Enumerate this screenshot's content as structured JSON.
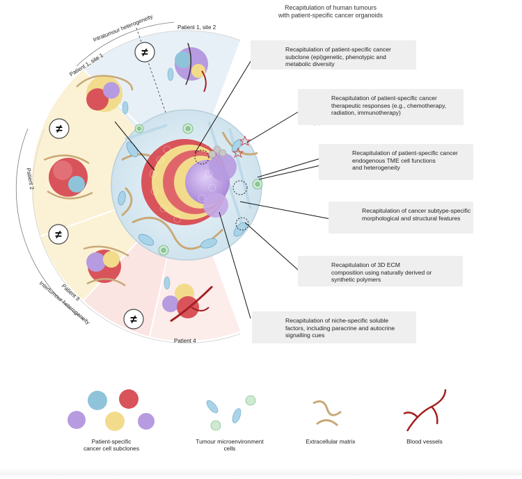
{
  "header": {
    "title_line1": "Recapitulation of human tumours",
    "title_line2": "with patient-specific cancer organoids"
  },
  "arc_labels": {
    "intratumour": "Intratumour heterogeneity",
    "intertumour": "Intertumour heterogeneity"
  },
  "patients": {
    "p1s1": "Patient 1, site 1",
    "p1s2": "Patient 1, site 2",
    "p2": "Patient 2",
    "p3": "Patient 3",
    "p4": "Patient 4"
  },
  "not_equal_symbol": "≠",
  "callouts": [
    {
      "lines": [
        "Recapitulation of patient-specific cancer",
        "subclone (epi)genetic, phenotypic and",
        "metabolic diversity"
      ]
    },
    {
      "lines": [
        "Recapitulation of patient-specific cancer",
        "therapeutic responses (e.g., chemotherapy,",
        "radiation, immunotherapy)"
      ]
    },
    {
      "lines": [
        "Recapitulation of patient-specific cancer",
        "endogenous TME cell functions",
        "and heterogeneity"
      ]
    },
    {
      "lines": [
        "Recapitulation of cancer subtype-specific",
        "morphological and structural features"
      ]
    },
    {
      "lines": [
        "Recapitulation of 3D ECM",
        "composition using naturally derived or",
        "synthetic polymers"
      ]
    },
    {
      "lines": [
        "Recapitulation of niche-specific soluble",
        "factors, including paracrine and autocrine",
        "signalling cues"
      ]
    }
  ],
  "legend": {
    "subclones_line1": "Patient-specific",
    "subclones_line2": "cancer cell subclones",
    "tme_line1": "Tumour microenvironment",
    "tme_line2": "cells",
    "ecm": "Extracellular matrix",
    "vessels": "Blood vessels"
  },
  "colors": {
    "subclone_red": "#d9535a",
    "subclone_yellow": "#f2dc8c",
    "subclone_purple": "#b79be0",
    "subclone_blue": "#8fc3da",
    "tme_blue": "#a9d3e8",
    "tme_green": "#9fd4a8",
    "ecm": "#c9a978",
    "vessel": "#a41f1f",
    "panel_yellow": "#fbf2d5",
    "panel_pink": "#fbe4e3",
    "panel_blue": "#e6f0f6"
  }
}
